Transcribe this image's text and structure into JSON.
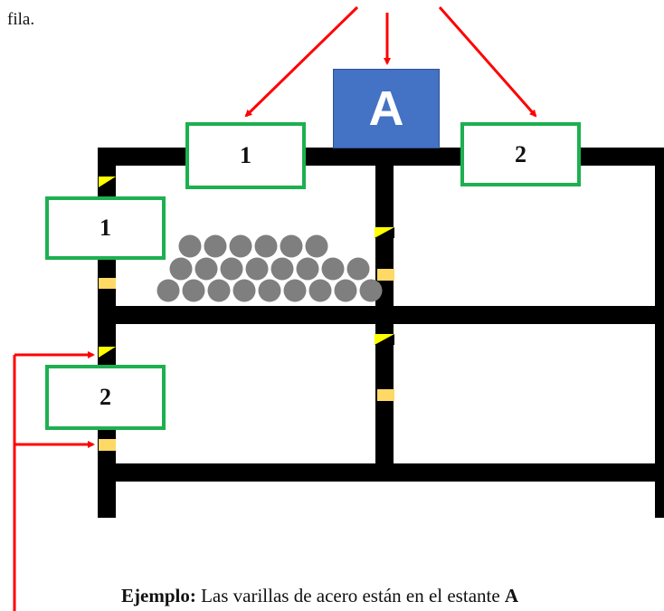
{
  "intro_text": "fila.",
  "shelf": {
    "letter": "A",
    "color": "#4472c4"
  },
  "column_labels": [
    "1",
    "2"
  ],
  "row_labels": [
    "1",
    "2"
  ],
  "example": {
    "lead": "Ejemplo:",
    "text": " Las varillas de acero están en el estante ",
    "shelf_ref": "A"
  },
  "colors": {
    "frame": "#000000",
    "label_border": "#1db050",
    "arrow": "#ff0000",
    "marker": "#ffd966",
    "marker_diag": "#ffff00",
    "bar_stock": "#808080"
  }
}
